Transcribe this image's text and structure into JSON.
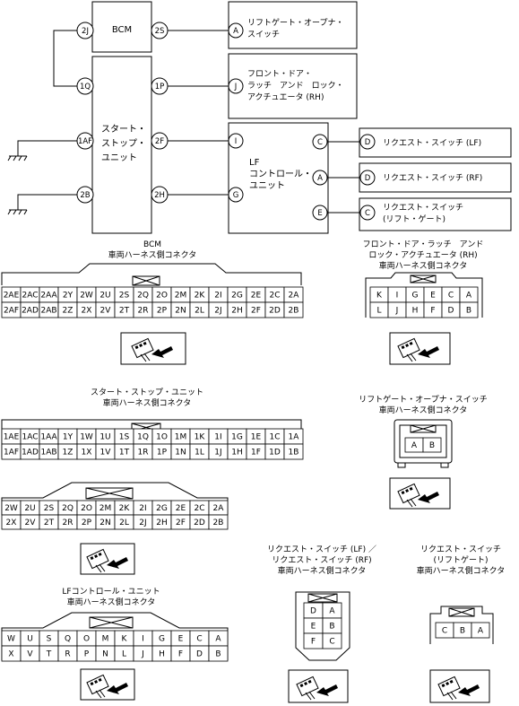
{
  "wiring": {
    "bcm_label": "BCM",
    "ssu_label": [
      "スタート・",
      "ストップ・",
      "ユニット"
    ],
    "lf_label": [
      "LF",
      "コントロール・",
      "ユニット"
    ],
    "pins": {
      "bcm_2j": "2J",
      "bcm_2s": "2S",
      "ssu_1q": "1Q",
      "ssu_1af": "1AF",
      "ssu_2b": "2B",
      "ssu_1p": "1P",
      "ssu_2f": "2F",
      "ssu_2h": "2H",
      "lf_i": "I",
      "lf_g": "G",
      "lf_c": "C",
      "lf_a": "A",
      "lf_e": "E",
      "dev1_a": "A",
      "dev2_j": "J",
      "dev3_d": "D",
      "dev4_d": "D",
      "dev5_c": "C"
    },
    "devices": {
      "liftgate_opener_switch": [
        "リフトゲート・オープナ・",
        "スイッチ"
      ],
      "front_door_latch": [
        "フロント・ドア・",
        "ラッチ　アンド　ロック・",
        "アクチュエータ (RH)"
      ],
      "request_switch_lf": "リクエスト・スイッチ (LF)",
      "request_switch_rf": "リクエスト・スイッチ (RF)",
      "request_switch_liftgate": [
        "リクエスト・スイッチ",
        "(リフト・ゲート)"
      ]
    }
  },
  "connectors": {
    "bcm": {
      "title": [
        "BCM",
        "車両ハーネス側コネクタ"
      ],
      "row1": [
        "2AE",
        "2AC",
        "2AA",
        "2Y",
        "2W",
        "2U",
        "2S",
        "2Q",
        "2O",
        "2M",
        "2K",
        "2I",
        "2G",
        "2E",
        "2C",
        "2A"
      ],
      "row2": [
        "2AF",
        "2AD",
        "2AB",
        "2Z",
        "2X",
        "2V",
        "2T",
        "2R",
        "2P",
        "2N",
        "2L",
        "2J",
        "2H",
        "2F",
        "2D",
        "2B"
      ]
    },
    "front_door": {
      "title": [
        "フロント・ドア・ラッチ　アンド",
        "ロック・アクチュエータ (RH)",
        "車両ハーネス側コネクタ"
      ],
      "row1": [
        "K",
        "I",
        "G",
        "E",
        "C",
        "A"
      ],
      "row2": [
        "L",
        "J",
        "H",
        "F",
        "D",
        "B"
      ]
    },
    "ssu1": {
      "title": [
        "スタート・ストップ・ユニット",
        "車両ハーネス側コネクタ"
      ],
      "row1": [
        "1AE",
        "1AC",
        "1AA",
        "1Y",
        "1W",
        "1U",
        "1S",
        "1Q",
        "1O",
        "1M",
        "1K",
        "1I",
        "1G",
        "1E",
        "1C",
        "1A"
      ],
      "row2": [
        "1AF",
        "1AD",
        "1AB",
        "1Z",
        "1X",
        "1V",
        "1T",
        "1R",
        "1P",
        "1N",
        "1L",
        "1J",
        "1H",
        "1F",
        "1D",
        "1B"
      ]
    },
    "ssu2": {
      "row1": [
        "2W",
        "2U",
        "2S",
        "2Q",
        "2O",
        "2M",
        "2K",
        "2I",
        "2G",
        "2E",
        "2C",
        "2A"
      ],
      "row2": [
        "2X",
        "2V",
        "2T",
        "2R",
        "2P",
        "2N",
        "2L",
        "2J",
        "2H",
        "2F",
        "2D",
        "2B"
      ]
    },
    "liftgate_switch": {
      "title": [
        "リフトゲート・オープナ・スイッチ",
        "車両ハーネス側コネクタ"
      ],
      "row1": [
        "A",
        "B"
      ]
    },
    "lf_unit": {
      "title": [
        "LFコントロール・ユニット",
        "車両ハーネス側コネクタ"
      ],
      "row1": [
        "W",
        "U",
        "S",
        "Q",
        "O",
        "M",
        "K",
        "I",
        "G",
        "E",
        "C",
        "A"
      ],
      "row2": [
        "X",
        "V",
        "T",
        "R",
        "P",
        "N",
        "L",
        "J",
        "H",
        "F",
        "D",
        "B"
      ]
    },
    "request_lf_rf": {
      "title": [
        "リクエスト・スイッチ (LF) ／",
        "リクエスト・スイッチ (RF)",
        "車両ハーネス側コネクタ"
      ],
      "rows": [
        [
          "D",
          "A"
        ],
        [
          "E",
          "B"
        ],
        [
          "F",
          "C"
        ]
      ]
    },
    "request_liftgate": {
      "title": [
        "リクエスト・スイッチ",
        "(リフトゲート)",
        "車両ハーネス側コネクタ"
      ],
      "row1": [
        "C",
        "B",
        "A"
      ]
    }
  }
}
